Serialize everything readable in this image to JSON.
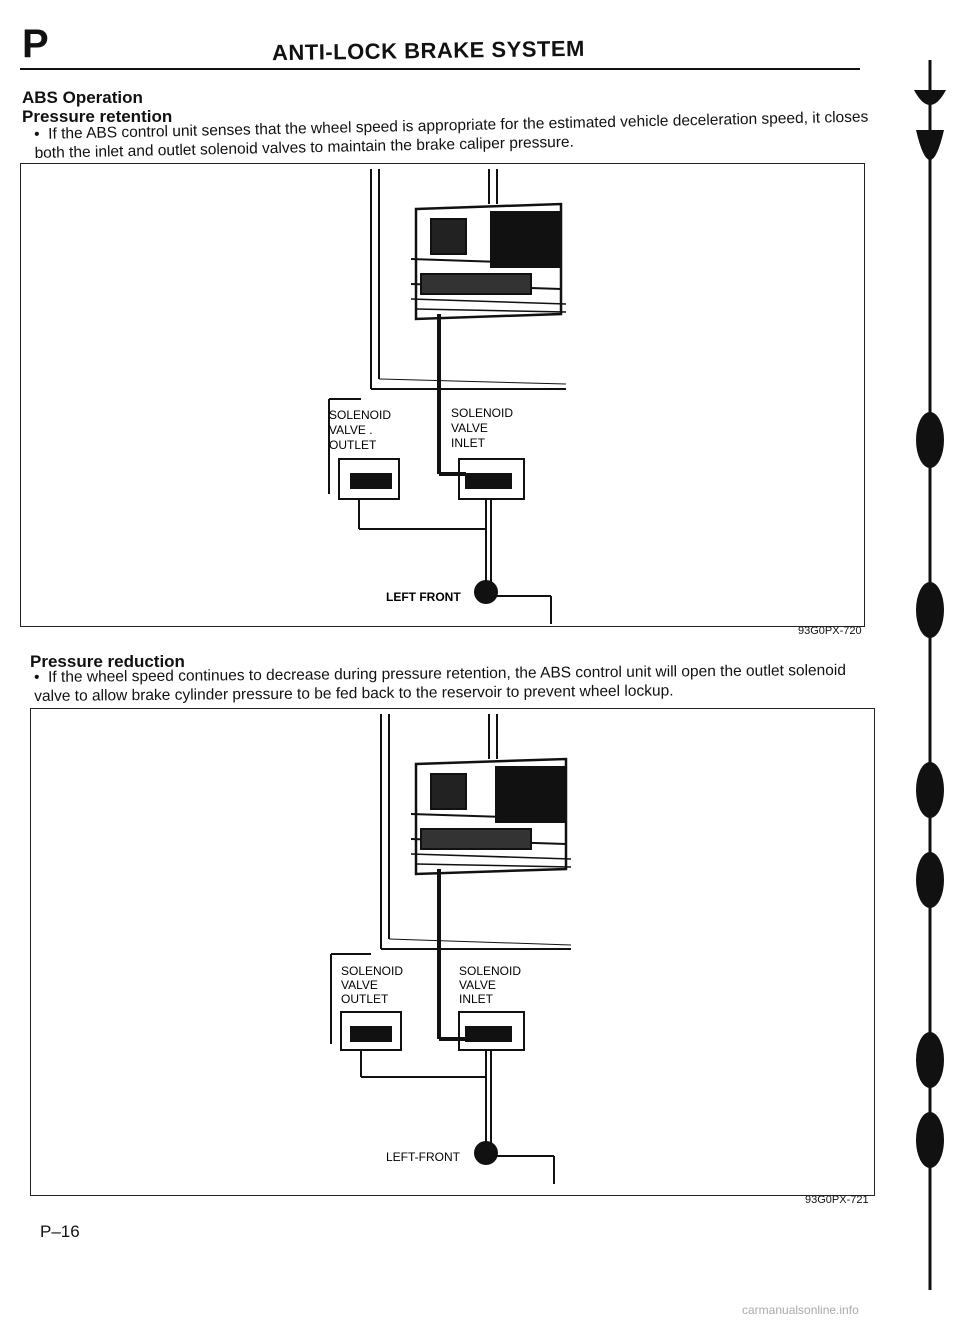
{
  "header": {
    "section_letter": "P",
    "title": "ANTI-LOCK BRAKE SYSTEM"
  },
  "intro": {
    "heading": "ABS Operation"
  },
  "retention": {
    "heading": "Pressure retention",
    "bullet": "If the ABS control unit senses that the wheel speed is appropriate for the estimated vehicle deceleration speed, it closes both the inlet and outlet solenoid valves to maintain the brake caliper pressure.",
    "figure": {
      "outlet_label": [
        "SOLENOID",
        "VALVE .",
        "OUTLET"
      ],
      "inlet_label": [
        "SOLENOID",
        "VALVE",
        "INLET"
      ],
      "wheel_label": "LEFT FRONT",
      "code": "93G0PX-720"
    }
  },
  "reduction": {
    "heading": "Pressure reduction",
    "bullet": "If the wheel speed continues to decrease during pressure retention, the ABS control unit will open the outlet solenoid valve to allow brake cylinder pressure to be fed back to the reservoir to prevent wheel lockup.",
    "figure": {
      "outlet_label": [
        "SOLENOID",
        "VALVE",
        "OUTLET"
      ],
      "inlet_label": [
        "SOLENOID",
        "VALVE",
        "INLET"
      ],
      "wheel_label": "LEFT-FRONT",
      "code": "93G0PX-721"
    }
  },
  "footer": {
    "page": "P–16",
    "watermark": "carmanualsonline.info"
  }
}
